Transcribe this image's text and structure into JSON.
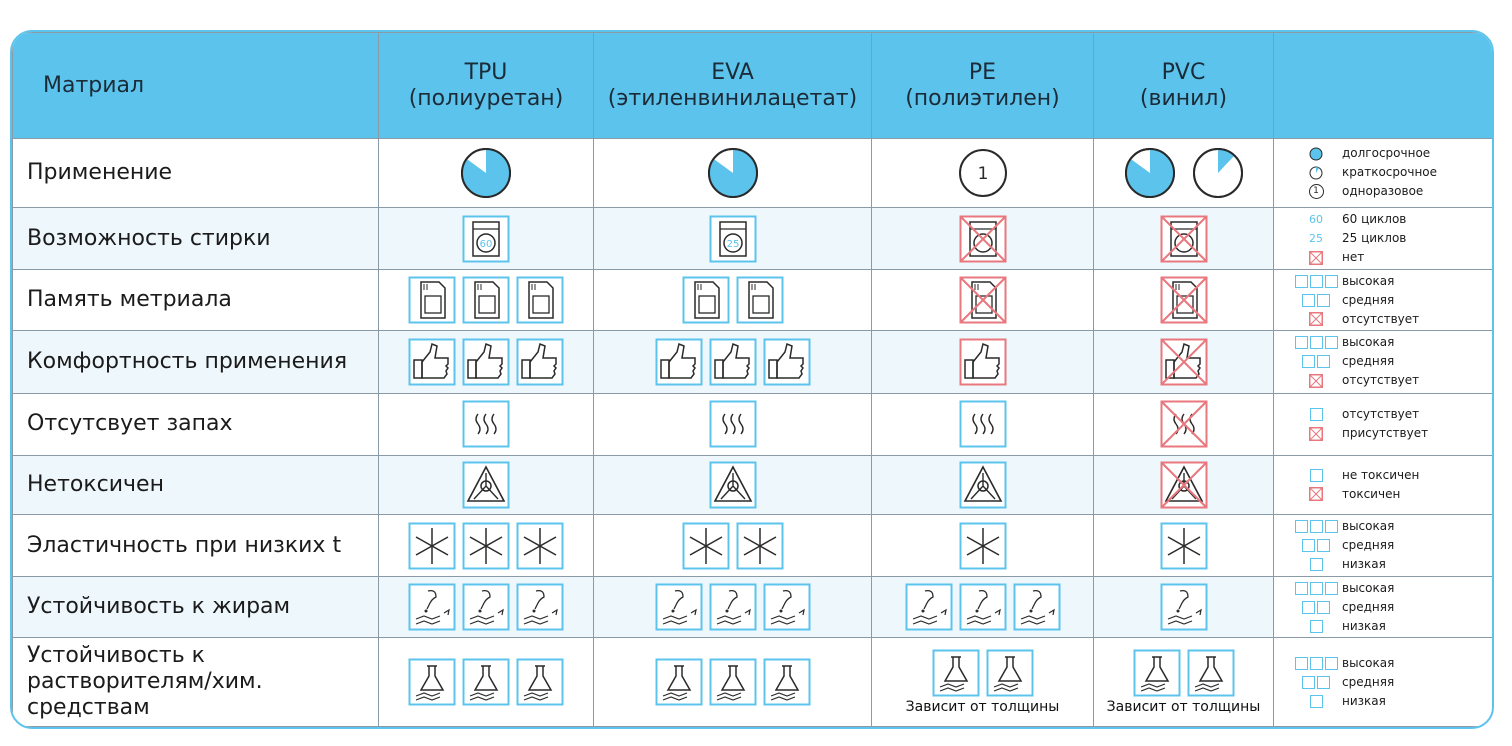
{
  "header": {
    "material": "Матриал",
    "cols": [
      {
        "name": "TPU",
        "sub": "(полиуретан)"
      },
      {
        "name": "EVA",
        "sub": "(этиленвинилацетат)"
      },
      {
        "name": "PE",
        "sub": "(полиэтилен)"
      },
      {
        "name": "PVC",
        "sub": "(винил)"
      }
    ]
  },
  "rows": [
    {
      "label": "Применение",
      "cells": [
        {
          "icon": "pie-long-term-icon",
          "n": 1
        },
        {
          "icon": "pie-long-term-icon",
          "n": 1
        },
        {
          "icon": "disposable-icon",
          "n": 1,
          "number": "1"
        },
        {
          "icon": "pie-long-and-short-term-icon",
          "n": 1
        }
      ],
      "legend": [
        {
          "icon": "circle-filled-icon",
          "text": "долгосрочное"
        },
        {
          "icon": "circle-empty-icon",
          "text": "краткосрочное"
        },
        {
          "icon": "circle-one-icon",
          "text": "одноразовое",
          "mark": "1"
        }
      ]
    },
    {
      "label": "Возможность стирки",
      "cells": [
        {
          "icon": "washing-machine-icon",
          "n": 1,
          "number": "60"
        },
        {
          "icon": "washing-machine-icon",
          "n": 1,
          "number": "25"
        },
        {
          "icon": "washing-machine-crossed-icon",
          "n": 1
        },
        {
          "icon": "washing-machine-crossed-icon",
          "n": 1
        }
      ],
      "legend": [
        {
          "mark": "60",
          "text": "60 циклов"
        },
        {
          "mark": "25",
          "text": "25 циклов"
        },
        {
          "icon": "crossed-square-icon",
          "text": "нет"
        }
      ]
    },
    {
      "label": "Память метриала",
      "cells": [
        {
          "icon": "memory-card-icon",
          "n": 3
        },
        {
          "icon": "memory-card-icon",
          "n": 2
        },
        {
          "icon": "memory-card-crossed-icon",
          "n": 1
        },
        {
          "icon": "memory-card-crossed-icon",
          "n": 1
        }
      ],
      "legend": [
        {
          "squares": 3,
          "text": "высокая"
        },
        {
          "squares": 2,
          "text": "средняя"
        },
        {
          "icon": "crossed-square-icon",
          "text": "отсутствует"
        }
      ]
    },
    {
      "label": "Комфортность применения",
      "cells": [
        {
          "icon": "thumbs-up-icon",
          "n": 3
        },
        {
          "icon": "thumbs-up-icon",
          "n": 3
        },
        {
          "icon": "thumbs-up-red-icon",
          "n": 1
        },
        {
          "icon": "thumbs-up-crossed-icon",
          "n": 1
        }
      ],
      "legend": [
        {
          "squares": 3,
          "text": "высокая"
        },
        {
          "squares": 2,
          "text": "средняя"
        },
        {
          "icon": "crossed-square-icon",
          "text": "отсутствует"
        }
      ]
    },
    {
      "label": "Отсутсвует запах",
      "cells": [
        {
          "icon": "odor-icon",
          "n": 1
        },
        {
          "icon": "odor-icon",
          "n": 1
        },
        {
          "icon": "odor-icon",
          "n": 1
        },
        {
          "icon": "odor-crossed-icon",
          "n": 1
        }
      ],
      "legend": [
        {
          "squares": 1,
          "text": "отсутствует"
        },
        {
          "icon": "crossed-square-icon",
          "text": "присутствует"
        }
      ]
    },
    {
      "label": "Нетоксичен",
      "cells": [
        {
          "icon": "toxic-triangle-icon",
          "n": 1
        },
        {
          "icon": "toxic-triangle-icon",
          "n": 1
        },
        {
          "icon": "toxic-triangle-icon",
          "n": 1
        },
        {
          "icon": "toxic-triangle-crossed-icon",
          "n": 1
        }
      ],
      "legend": [
        {
          "squares": 1,
          "text": "не токсичен"
        },
        {
          "icon": "crossed-square-icon",
          "text": "токсичен"
        }
      ]
    },
    {
      "label": "Эластичность при низких t",
      "cells": [
        {
          "icon": "snowflake-icon",
          "n": 3
        },
        {
          "icon": "snowflake-icon",
          "n": 2
        },
        {
          "icon": "snowflake-icon",
          "n": 1
        },
        {
          "icon": "snowflake-icon",
          "n": 1
        }
      ],
      "legend": [
        {
          "squares": 3,
          "text": "высокая"
        },
        {
          "squares": 2,
          "text": "средняя"
        },
        {
          "squares": 1,
          "text": "низкая"
        }
      ]
    },
    {
      "label": "Устойчивость к жирам",
      "cells": [
        {
          "icon": "grease-icon",
          "n": 3
        },
        {
          "icon": "grease-icon",
          "n": 3
        },
        {
          "icon": "grease-icon",
          "n": 3
        },
        {
          "icon": "grease-icon",
          "n": 1
        }
      ],
      "legend": [
        {
          "squares": 3,
          "text": "высокая"
        },
        {
          "squares": 2,
          "text": "средняя"
        },
        {
          "squares": 1,
          "text": "низкая"
        }
      ]
    },
    {
      "label": "Устойчивость к растворителям/хим. средствам",
      "cells": [
        {
          "icon": "flask-icon",
          "n": 3
        },
        {
          "icon": "flask-icon",
          "n": 3
        },
        {
          "icon": "flask-icon",
          "n": 2,
          "note": "Зависит от толщины"
        },
        {
          "icon": "flask-icon",
          "n": 2,
          "note": "Зависит от толщины"
        }
      ],
      "legend": [
        {
          "squares": 3,
          "text": "высокая"
        },
        {
          "squares": 2,
          "text": "средняя"
        },
        {
          "squares": 1,
          "text": "низкая"
        }
      ]
    }
  ]
}
